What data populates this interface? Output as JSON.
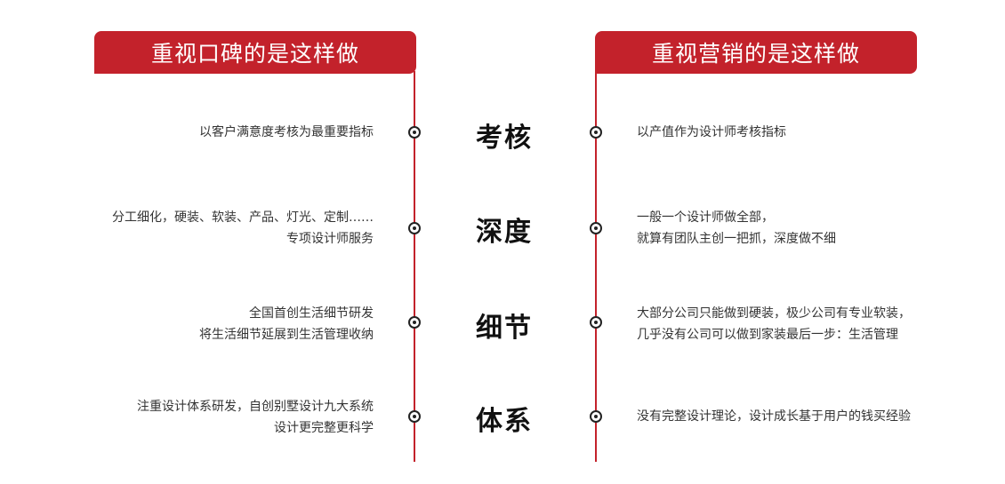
{
  "headers": {
    "left": "重视口碑的是这样做",
    "right": "重视营销的是这样做"
  },
  "colors": {
    "accent": "#c3222b",
    "text": "#333333",
    "category": "#111111"
  },
  "icons": {
    "bullet": "bullseye-icon"
  },
  "rows": [
    {
      "category": "考核",
      "left": [
        "以客户满意度考核为最重要指标"
      ],
      "right": [
        "以产值作为设计师考核指标"
      ]
    },
    {
      "category": "深度",
      "left": [
        "分工细化，硬装、软装、产品、灯光、定制……",
        "专项设计师服务"
      ],
      "right": [
        "一般一个设计师做全部，",
        "就算有团队主创一把抓，深度做不细"
      ]
    },
    {
      "category": "细节",
      "left": [
        "全国首创生活细节研发",
        "将生活细节延展到生活管理收纳"
      ],
      "right": [
        "大部分公司只能做到硬装，极少公司有专业软装，",
        "几乎没有公司可以做到家装最后一步：生活管理"
      ]
    },
    {
      "category": "体系",
      "left": [
        "注重设计体系研发，自创别墅设计九大系统",
        "设计更完整更科学"
      ],
      "right": [
        "没有完整设计理论，设计成长基于用户的钱买经验"
      ]
    }
  ]
}
